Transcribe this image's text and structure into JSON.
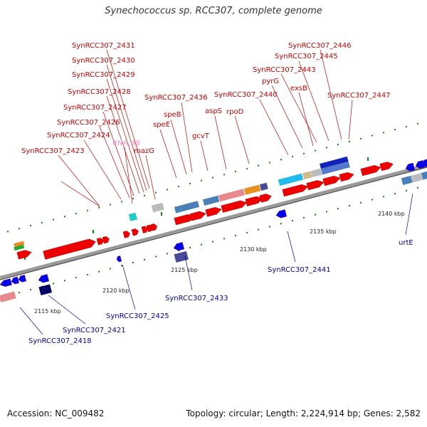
{
  "title": "Synechococcus sp. RCC307, complete genome",
  "footer": {
    "accession": "Accession: NC_009482",
    "summary": "Topology: circular; Length: 2,224,914 bp; Genes: 2,582"
  },
  "colors": {
    "forward_gene": "#ee0000",
    "reverse_gene": "#0000ee",
    "backbone": "#777777",
    "tick_green": "#118811"
  },
  "ticks": [
    {
      "label": "2115 kbp"
    },
    {
      "label": "2120 kbp"
    },
    {
      "label": "2125 kbp"
    },
    {
      "label": "2130 kbp"
    },
    {
      "label": "2135 kbp"
    },
    {
      "label": "2140 kbp"
    }
  ],
  "top_labels": [
    {
      "text": "SynRCC307_2431",
      "kind": "red"
    },
    {
      "text": "SynRCC307_2430",
      "kind": "red"
    },
    {
      "text": "SynRCC307_2429",
      "kind": "red"
    },
    {
      "text": "SynRCC307_2428",
      "kind": "red"
    },
    {
      "text": "SynRCC307_2427",
      "kind": "red"
    },
    {
      "text": "SynRCC307_2426",
      "kind": "red"
    },
    {
      "text": "SynRCC307_2424",
      "kind": "red"
    },
    {
      "text": "SynRCC307_2423",
      "kind": "red"
    },
    {
      "text": "RNA_48",
      "kind": "pink"
    },
    {
      "text": "mazG",
      "kind": "red"
    },
    {
      "text": "speE",
      "kind": "red"
    },
    {
      "text": "speB",
      "kind": "red"
    },
    {
      "text": "SynRCC307_2436",
      "kind": "red"
    },
    {
      "text": "gcvT",
      "kind": "red"
    },
    {
      "text": "aspS",
      "kind": "red"
    },
    {
      "text": "rpoD",
      "kind": "red"
    },
    {
      "text": "SynRCC307_2440",
      "kind": "red"
    },
    {
      "text": "pyrG",
      "kind": "red"
    },
    {
      "text": "exsB",
      "kind": "red"
    },
    {
      "text": "SynRCC307_2443",
      "kind": "red"
    },
    {
      "text": "SynRCC307_2445",
      "kind": "red"
    },
    {
      "text": "SynRCC307_2446",
      "kind": "red"
    },
    {
      "text": "SynRCC307_2447",
      "kind": "red"
    }
  ],
  "bottom_labels": [
    {
      "text": "urtE",
      "kind": "blue"
    },
    {
      "text": "SynRCC307_2441",
      "kind": "blue"
    },
    {
      "text": "SynRCC307_2433",
      "kind": "blue"
    },
    {
      "text": "SynRCC307_2425",
      "kind": "blue"
    },
    {
      "text": "SynRCC307_2421",
      "kind": "blue"
    },
    {
      "text": "SynRCC307_2418",
      "kind": "blue"
    }
  ]
}
